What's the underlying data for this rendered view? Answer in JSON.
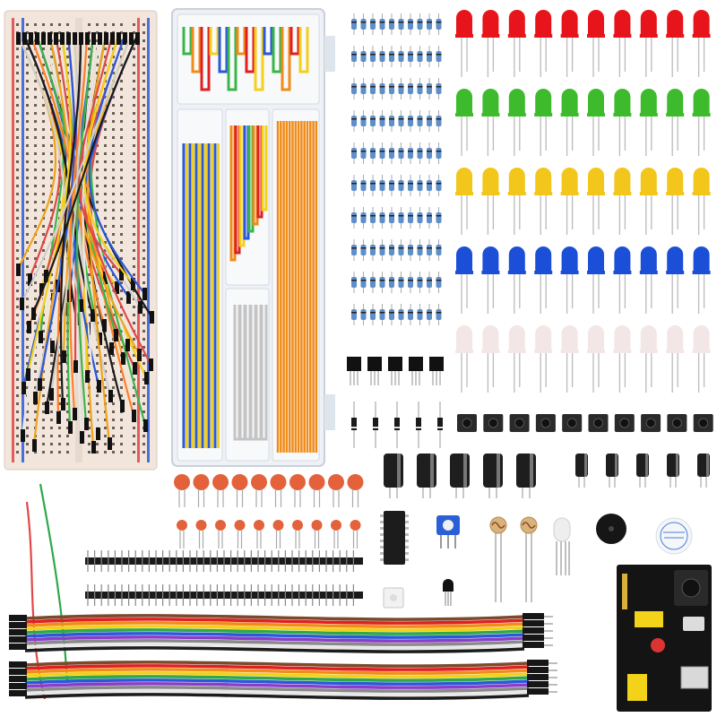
{
  "image": {
    "description_hidden": "",
    "colors": {
      "background": "#ffffff",
      "breadboard": "#f2e6dc",
      "breadboard_red_rail": "#e25c5c",
      "breadboard_blue_rail": "#4a6fd6",
      "box_plastic": "#eef1f5",
      "led_red": "#e8141b",
      "led_green": "#3dbb2c",
      "led_yellow": "#f3c61c",
      "led_blue": "#1b4fd8",
      "led_white": "#f3e6e6",
      "resistor_body": "#5e8fc9",
      "capacitor_ceramic": "#e3623b",
      "electrolytic": "#1e1e1e",
      "button": "#2a2a2a",
      "header_pins": "#1a1a1a",
      "ribbon_colors": [
        "#7a4a2b",
        "#e02020",
        "#f08c1a",
        "#f4d01a",
        "#2fa84a",
        "#2a58d8",
        "#8a3dc8",
        "#8a8a8a",
        "#e8e8e8",
        "#1c1c1c"
      ]
    },
    "icons": {
      "breadboard": "breadboard-icon",
      "jumper_wires": "jumper-wire-icon",
      "wire_kit_box": "wire-kit-box-icon",
      "led": "led-icon",
      "resistor": "resistor-icon",
      "ceramic_capacitor": "ceramic-capacitor-icon",
      "electrolytic_capacitor": "electrolytic-capacitor-icon",
      "push_button": "push-button-icon",
      "diode": "diode-icon",
      "transistor": "transistor-icon",
      "ic_chip": "ic-chip-icon",
      "potentiometer": "potentiometer-icon",
      "photoresistor": "photoresistor-icon",
      "rgb_led": "rgb-led-icon",
      "buzzer": "buzzer-icon",
      "pin_header": "pin-header-icon",
      "power_module": "power-module-icon",
      "ribbon_cable": "ribbon-cable-icon"
    },
    "counts": {
      "leds_per_row": 10,
      "led_rows": 5,
      "resistor_rows": 10,
      "resistors_per_row": 10,
      "ceramic_caps_row1": 10,
      "ceramic_caps_row2": 10,
      "push_buttons": 10,
      "diodes": 5,
      "transistors": 5,
      "large_electrolytics": 5,
      "small_electrolytics": 5
    }
  }
}
